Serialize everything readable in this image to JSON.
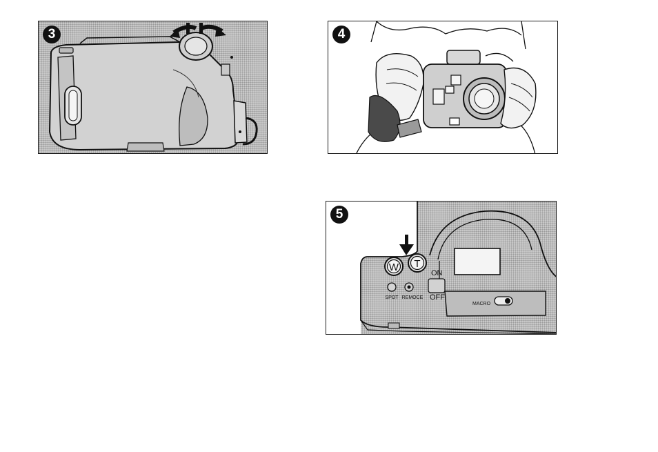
{
  "figures": [
    {
      "number": "3"
    },
    {
      "number": "4"
    },
    {
      "number": "5",
      "labels": {
        "wide": "W",
        "tele": "T",
        "on": "ON",
        "off": "OFF",
        "spot": "SPOT",
        "remote": "REMOCE",
        "macro": "MACRO"
      }
    }
  ]
}
